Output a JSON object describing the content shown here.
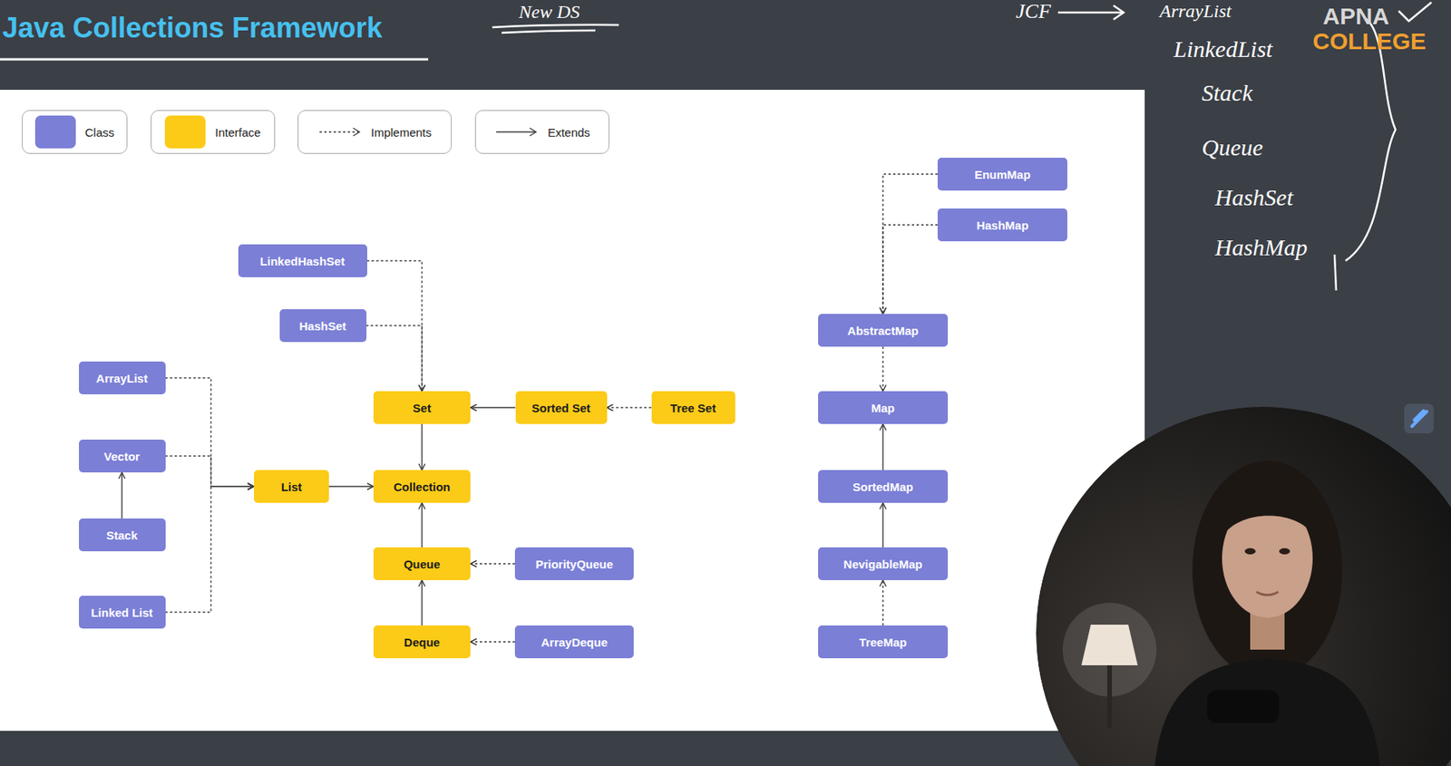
{
  "diagram": {
    "title": "Java Collections Framework",
    "nodes": [
      {
        "text": [
          "EnumMap"
        ]
      },
      {
        "text": [
          "HashMap"
        ]
      },
      {
        "text": [
          "LinkedHashSet"
        ]
      },
      {
        "text": [
          "HashSet"
        ]
      },
      {
        "text": [
          "AbstractMap"
        ]
      },
      {
        "text": [
          "ArrayList"
        ]
      },
      {
        "text": [
          "Set"
        ]
      },
      {
        "text": [
          "Sorted Set"
        ]
      },
      {
        "text": [
          "Tree Set"
        ]
      },
      {
        "text": [
          "Map"
        ]
      },
      {
        "text": [
          "Vector"
        ]
      },
      {
        "text": [
          "List"
        ]
      },
      {
        "text": [
          "Collection"
        ]
      },
      {
        "text": [
          "SortedMap"
        ]
      },
      {
        "text": [
          "Stack"
        ]
      },
      {
        "text": [
          "Queue"
        ]
      },
      {
        "text": [
          "PriorityQueue"
        ]
      },
      {
        "text": [
          "NevigableMap"
        ]
      },
      {
        "text": [
          "Linked List"
        ]
      },
      {
        "text": [
          "Deque"
        ]
      },
      {
        "text": [
          "ArrayDeque"
        ]
      },
      {
        "text": [
          "TreeMap"
        ]
      }
    ],
    "edges": [
      {
        "from": 2,
        "to": 6,
        "arrow": "to"
      },
      {
        "from": 3,
        "to": 6,
        "arrow": "to"
      },
      {
        "from": 7,
        "to": 6,
        "arrow": "to"
      },
      {
        "from": 8,
        "to": 7,
        "arrow": "to"
      },
      {
        "from": 6,
        "to": 12,
        "arrow": "to"
      },
      {
        "from": 5,
        "to": 11,
        "arrow": "to"
      },
      {
        "from": 10,
        "to": 11,
        "arrow": "to"
      },
      {
        "from": 14,
        "to": 10,
        "arrow": "to"
      },
      {
        "from": 18,
        "to": 11,
        "arrow": "to"
      },
      {
        "from": 11,
        "to": 12,
        "arrow": "to"
      },
      {
        "from": 15,
        "to": 12,
        "arrow": "to"
      },
      {
        "from": 16,
        "to": 15,
        "arrow": "to"
      },
      {
        "from": 19,
        "to": 15,
        "arrow": "to"
      },
      {
        "from": 20,
        "to": 19,
        "arrow": "to"
      },
      {
        "from": 0,
        "to": 4,
        "arrow": "to"
      },
      {
        "from": 1,
        "to": 4,
        "arrow": "to"
      },
      {
        "from": 4,
        "to": 9,
        "arrow": "to"
      },
      {
        "from": 13,
        "to": 9,
        "arrow": "to"
      },
      {
        "from": 17,
        "to": 13,
        "arrow": "to"
      },
      {
        "from": 21,
        "to": 17,
        "arrow": "to"
      }
    ],
    "labels": [
      "New DS",
      "JCF",
      "ArrayList",
      "APNA",
      "COLLEGE",
      "LinkedList",
      "Stack",
      "Queue",
      "HashSet",
      "HashMap"
    ],
    "legend": [
      {
        "text": "Class",
        "color": "#7b7fd6"
      },
      {
        "text": "Interface",
        "color": "#fbcb18"
      },
      {
        "text": "Implements"
      },
      {
        "text": "Extends"
      }
    ]
  }
}
